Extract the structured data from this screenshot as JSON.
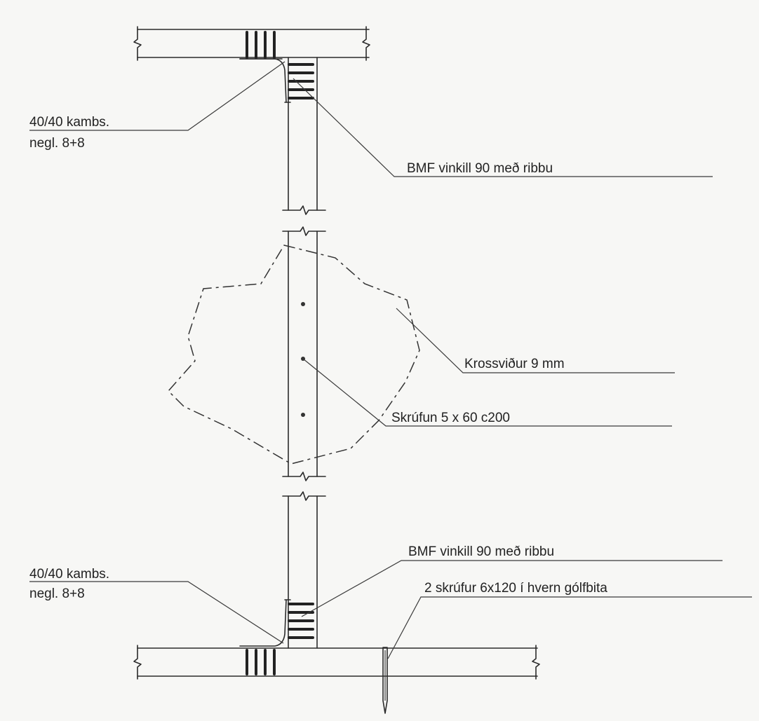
{
  "labels": {
    "top_cleat_line1": "40/40 kambs.",
    "top_cleat_line2": "negl. 8+8",
    "top_bracket": "BMF vinkill 90 með ribbu",
    "plywood": "Krossviður  9 mm",
    "screwing": "Skrúfun 5 x 60  c200",
    "bottom_bracket": "BMF vinkill 90 með ribbu",
    "bottom_cleat_line1": "40/40 kambs.",
    "bottom_cleat_line2": "negl. 8+8",
    "floor_screws": "2 skrúfur 6x120 í hvern gólfbita"
  },
  "colors": {
    "ink": "#2b2b2b",
    "paper": "#f7f7f5"
  }
}
